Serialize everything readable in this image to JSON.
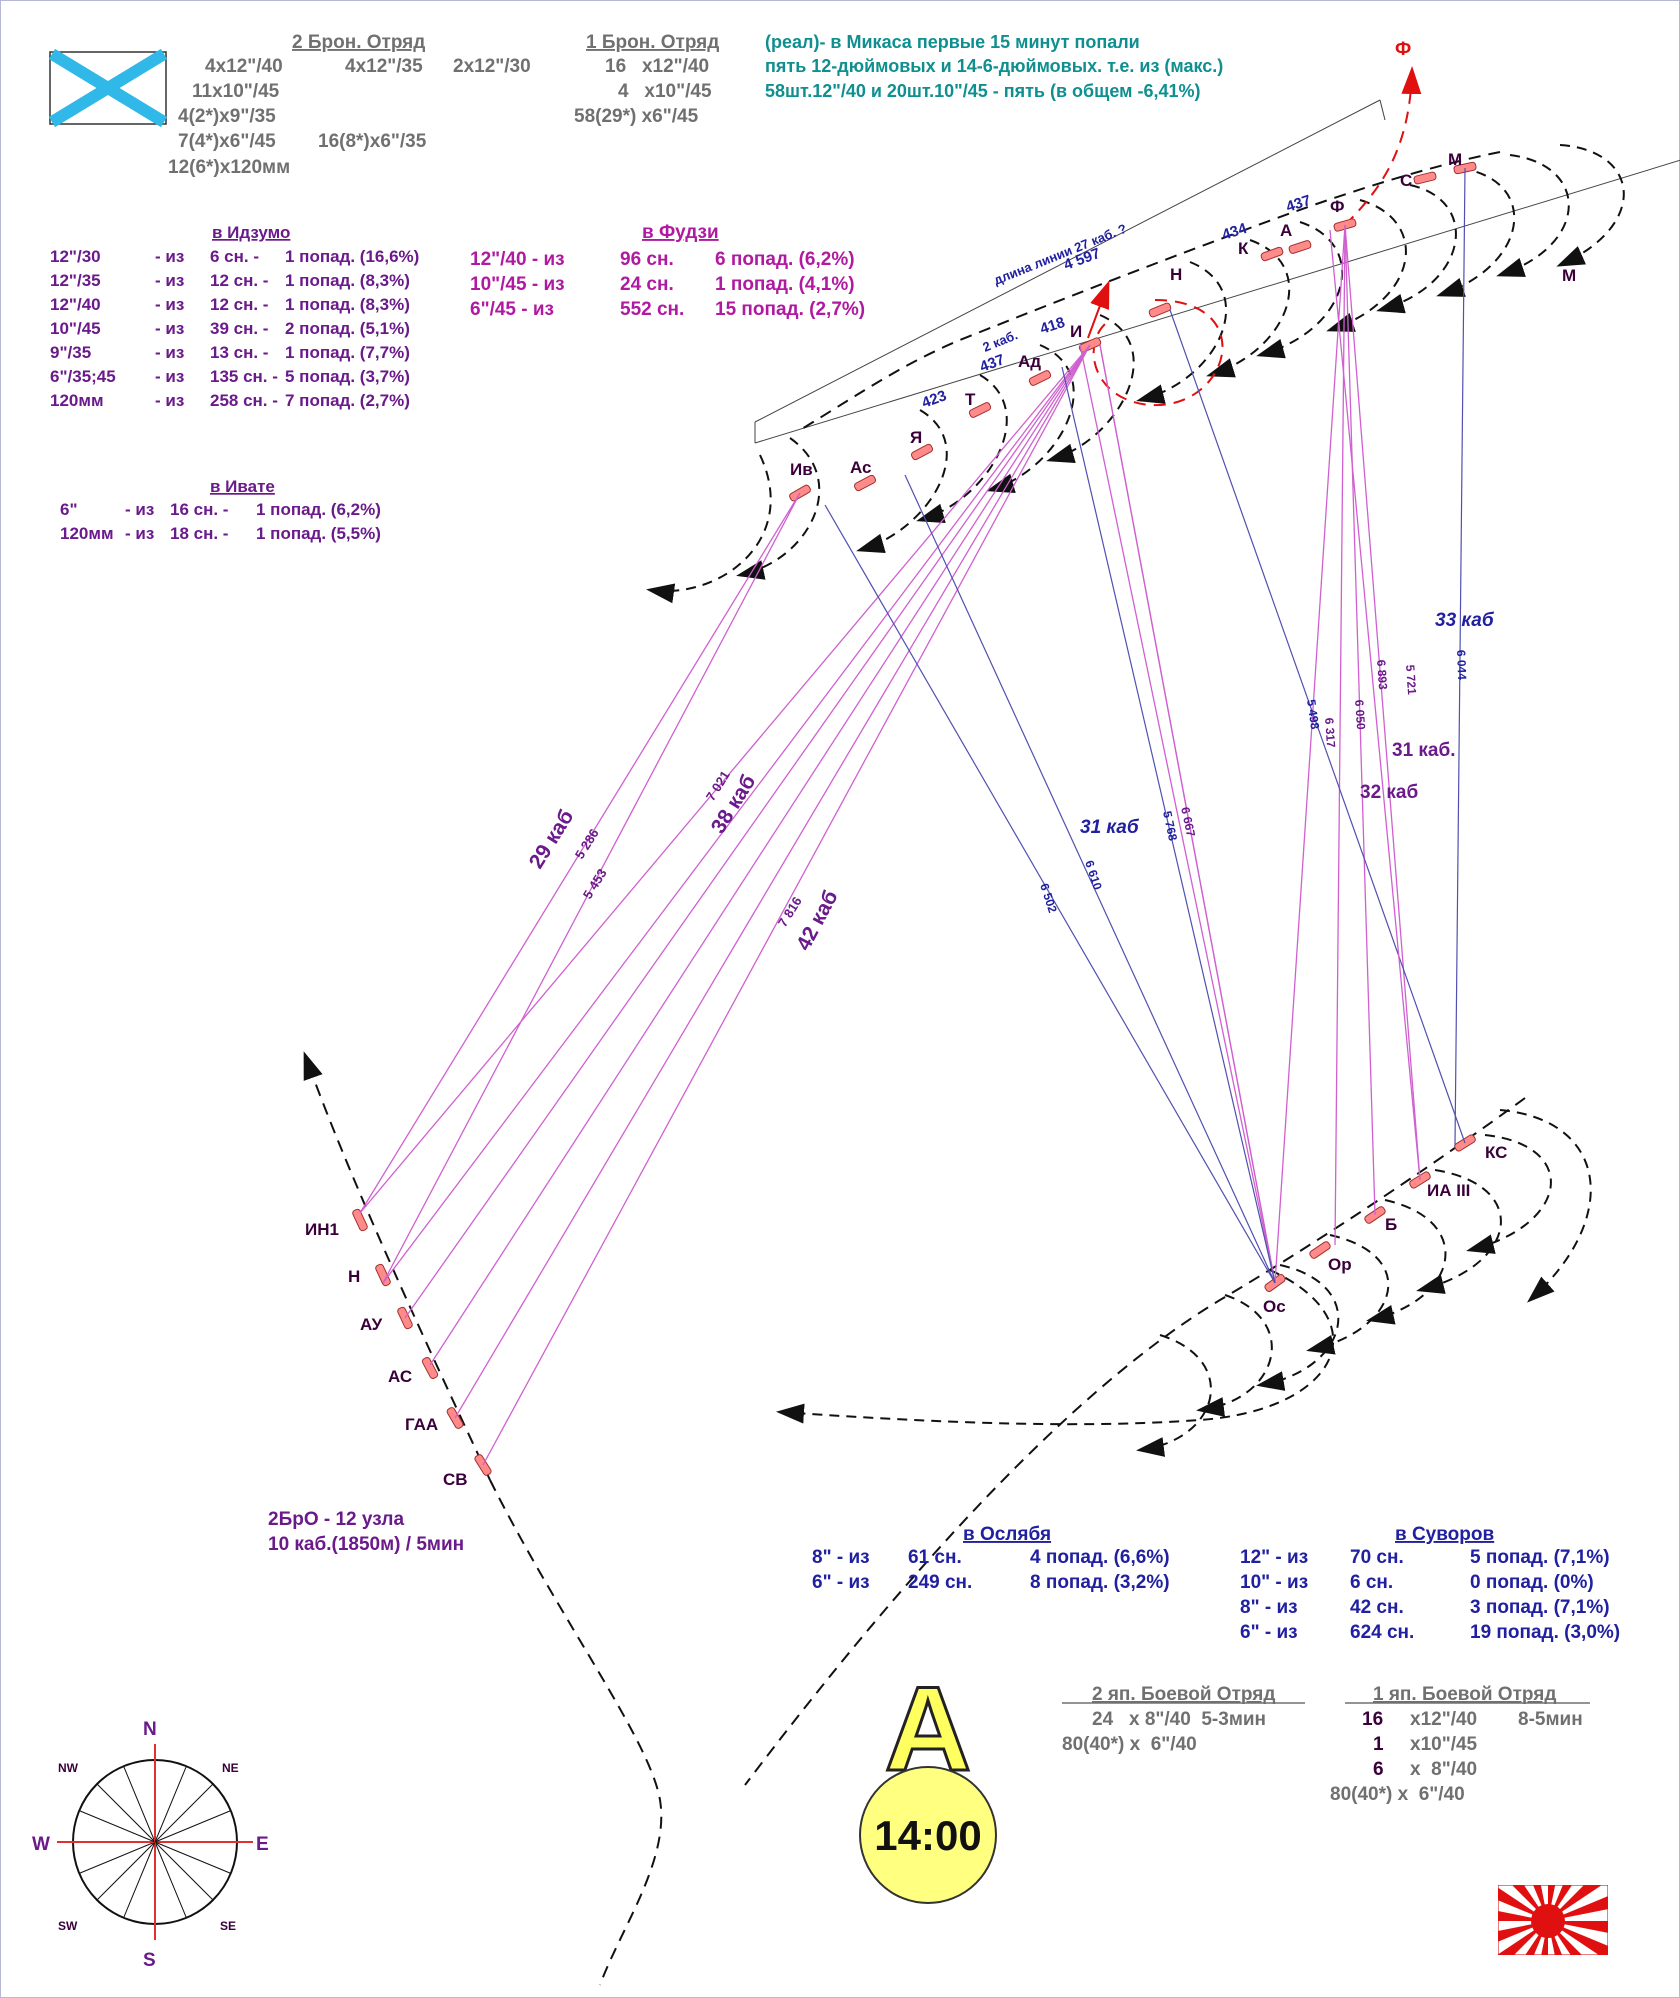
{
  "squadron2": {
    "title": "2 Брон. Отряд",
    "l1a": "4x12\"/40",
    "l1b": "4x12\"/35",
    "l1c": "2x12\"/30",
    "l2": "11x10\"/45",
    "l3": "4(2*)x9\"/35",
    "l4a": "7(4*)x6\"/45",
    "l4b": "16(8*)x6\"/35",
    "l5": "12(6*)x120мм"
  },
  "squadron1": {
    "title": "1 Брон. Отряд",
    "l1": "16   x12\"/40",
    "l2": "4   x10\"/45",
    "l3": "58(29*) x6\"/45"
  },
  "real_note": {
    "l1": "(реал)- в Микаса первые 15 минут попали",
    "l2": "пять 12-дюймовых и 14-6-дюймовых. т.е. из (макс.)",
    "l3": "58шт.12\"/40 и 20шт.10\"/45 - пять (в общем -6,41%)"
  },
  "izumo": {
    "title": "в Идзумо",
    "rows": [
      {
        "cal": "12\"/30",
        "from": "- из",
        "shots": "6 сн. -",
        "hits": "1 попад. (16,6%)"
      },
      {
        "cal": "12\"/35",
        "from": "- из",
        "shots": "12 сн. -",
        "hits": "1 попад. (8,3%)"
      },
      {
        "cal": "12\"/40",
        "from": "- из",
        "shots": "12 сн. -",
        "hits": "1 попад. (8,3%)"
      },
      {
        "cal": "10\"/45",
        "from": "- из",
        "shots": "39 сн. -",
        "hits": "2 попад. (5,1%)"
      },
      {
        "cal": "9\"/35",
        "from": "- из",
        "shots": "13 сн. -",
        "hits": "1 попад. (7,7%)"
      },
      {
        "cal": "6\"/35;45",
        "from": "- из",
        "shots": "135 сн. -",
        "hits": "5 попад. (3,7%)"
      },
      {
        "cal": "120мм",
        "from": "- из",
        "shots": "258 сн. -",
        "hits": "7 попад. (2,7%)"
      }
    ]
  },
  "fuji": {
    "title": "в Фудзи",
    "rows": [
      {
        "cal": "12\"/40 - из",
        "shots": "96 сн.",
        "hits": "6 попад. (6,2%)"
      },
      {
        "cal": "10\"/45 - из",
        "shots": "24 сн.",
        "hits": "1 попад. (4,1%)"
      },
      {
        "cal": "6\"/45 - из",
        "shots": "552 сн.",
        "hits": "15 попад. (2,7%)"
      }
    ]
  },
  "iwate": {
    "title": "в Ивате",
    "rows": [
      {
        "cal": "6\"",
        "from": "- из",
        "shots": "16 сн. -",
        "hits": "1 попад. (6,2%)"
      },
      {
        "cal": "120мм",
        "from": "- из",
        "shots": "18 сн. -",
        "hits": "1 попад. (5,5%)"
      }
    ]
  },
  "oslyabya": {
    "title": "в Ослябя",
    "rows": [
      {
        "cal": "8\" - из",
        "shots": "61 сн.",
        "hits": "4 попад. (6,6%)"
      },
      {
        "cal": "6\" - из",
        "shots": "249 сн.",
        "hits": "8 попад. (3,2%)"
      }
    ]
  },
  "suvorov": {
    "title": "в Суворов",
    "rows": [
      {
        "cal": "12\" - из",
        "shots": "70 сн.",
        "hits": "5 попад. (7,1%)"
      },
      {
        "cal": "10\" - из",
        "shots": "6 сн.",
        "hits": "0 попад. (0%)"
      },
      {
        "cal": "8\" - из",
        "shots": "42 сн.",
        "hits": "3 попад. (7,1%)"
      },
      {
        "cal": "6\" - из",
        "shots": "624 сн.",
        "hits": "19 попад. (3,0%)"
      }
    ]
  },
  "jap2": {
    "title": "2 яп. Боевой Отряд",
    "l1": "24   x 8\"/40  5-3мин",
    "l2": "80(40*) x  6\"/40"
  },
  "jap1": {
    "title": "1 яп. Боевой Отряд",
    "l1a": "16",
    "l1b": "x12\"/40",
    "l1c": "8-5мин",
    "l2a": "1",
    "l2b": "x10\"/45",
    "l3a": "6",
    "l3b": "x  8\"/40",
    "l4": "80(40*) x  6\"/40"
  },
  "bro2_note": {
    "l1": "2БрО - 12 узла",
    "l2": "10 каб.(1850м) / 5мин"
  },
  "phase_letter": "А",
  "time": "14:00",
  "jap_ships": [
    "М",
    "С",
    "Ф",
    "А",
    "К",
    "Н",
    "И",
    "Ад",
    "Т",
    "Я",
    "Ас",
    "Ив"
  ],
  "jap_ship_extra": {
    "M_course": "М",
    "F_turn": "Ф"
  },
  "rus_line1": [
    "КС",
    "ИА III",
    "Б",
    "Ор",
    "Ос"
  ],
  "rus_line2": [
    "ИН1",
    "Н",
    "АУ",
    "АС",
    "ГАА",
    "СВ"
  ],
  "dist_labels": {
    "d437a": "437",
    "d434": "434",
    "d418": "418",
    "d2kab": "2 каб.",
    "d437b": "437",
    "d423": "423",
    "line_len": "длина линии 27 каб. ?",
    "d4597": "4 597"
  },
  "range_labels": {
    "k29": "29 каб",
    "r5286": "5 286",
    "r5453": "5 453",
    "r7021": "7 021",
    "k38": "38 каб",
    "r7816": "7 816",
    "k42": "42 каб",
    "k31a": "31 каб",
    "r6502": "6 502",
    "r6610": "6 610",
    "r5768": "5 768",
    "r6667": "6 667",
    "r5498": "5 498",
    "r6317": "6 317",
    "r6050": "6 050",
    "r6893": "6 893",
    "r5721": "5 721",
    "r6044": "6 044",
    "k33": "33 каб",
    "k31b": "31 каб.",
    "k32": "32 каб"
  },
  "compass": {
    "n": "N",
    "s": "S",
    "e": "E",
    "w": "W",
    "ne": "NE",
    "nw": "NW",
    "se": "SE",
    "sw": "SW"
  },
  "colors": {
    "accent_red": "#e01010",
    "purple": "#6a1a8a",
    "magenta": "#b01aa0",
    "teal": "#0f8f8f",
    "navy": "#2020a0",
    "yellow": "#ffff80"
  }
}
